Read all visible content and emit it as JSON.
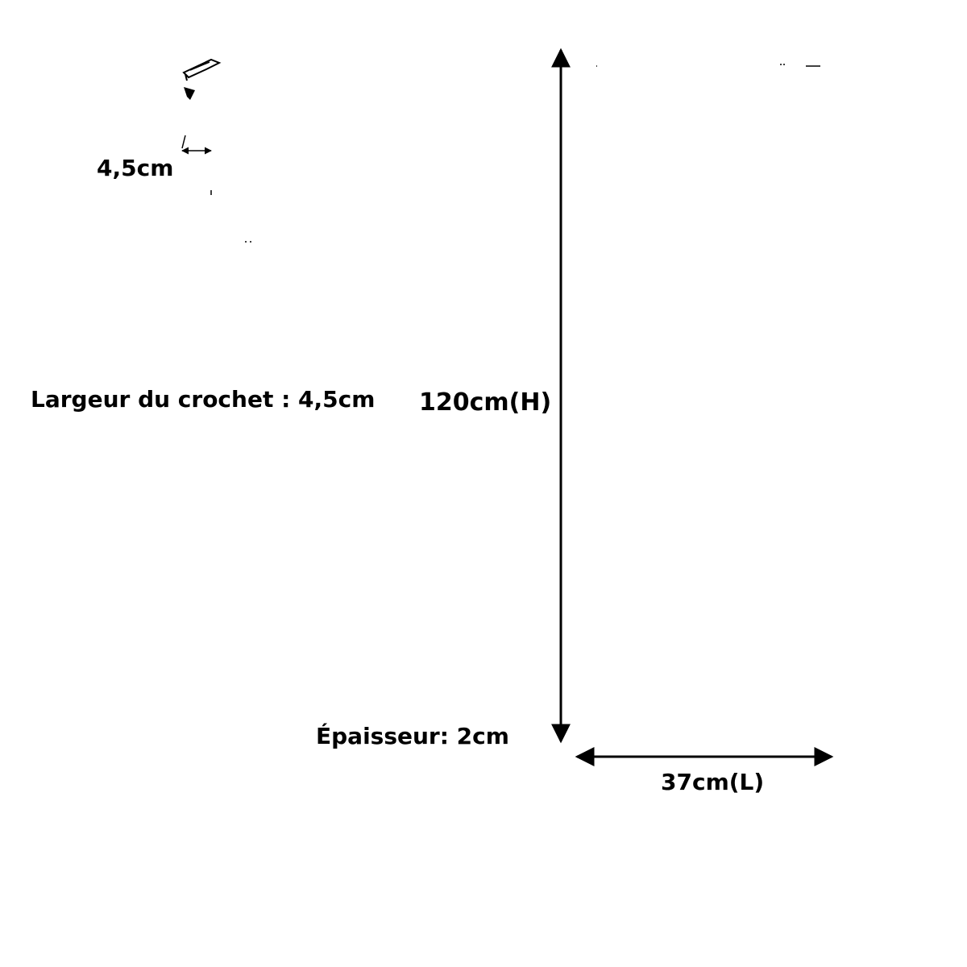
{
  "labels": {
    "hook_small_dimension": "4,5cm",
    "hook_width": "Largeur du crochet : 4,5cm",
    "height": "120cm(H)",
    "thickness": "Épaisseur: 2cm",
    "width": "37cm(L)"
  },
  "colors": {
    "line": "#000000",
    "background": "#ffffff"
  }
}
